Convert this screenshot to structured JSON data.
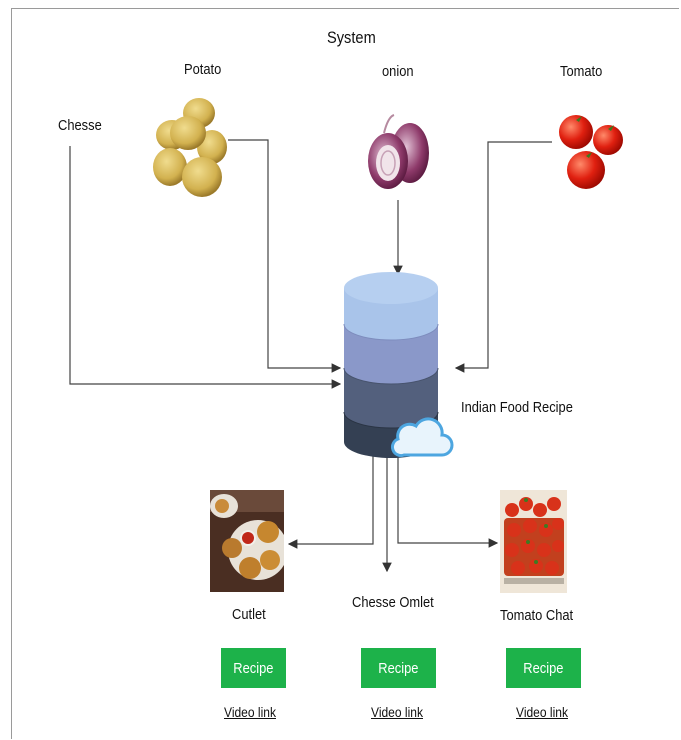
{
  "diagram": {
    "title": "System",
    "ingredients": [
      {
        "label": "Chesse",
        "icon": "cheese"
      },
      {
        "label": "Potato",
        "icon": "potato-icon"
      },
      {
        "label": "onion",
        "icon": "onion-icon"
      },
      {
        "label": "Tomato",
        "icon": "tomato-icon"
      }
    ],
    "database": {
      "label": "Indian Food Recipe",
      "icon": "database-cloud-icon"
    },
    "dishes": [
      {
        "name": "Cutlet",
        "recipe_label": "Recipe",
        "video_label": "Video link",
        "icon": "cutlet-plate-icon"
      },
      {
        "name": "Chesse Omlet",
        "recipe_label": "Recipe",
        "video_label": "Video link"
      },
      {
        "name": "Tomato Chat",
        "recipe_label": "Recipe",
        "video_label": "Video link",
        "icon": "tomato-chat-icon"
      }
    ]
  },
  "colors": {
    "recipe_button": "#1db24a",
    "db_top": "#a9c4ea",
    "db_mid1": "#8a98c9",
    "db_mid2": "#53607d",
    "db_bottom": "#344053",
    "cloud": "#4da6e0"
  }
}
